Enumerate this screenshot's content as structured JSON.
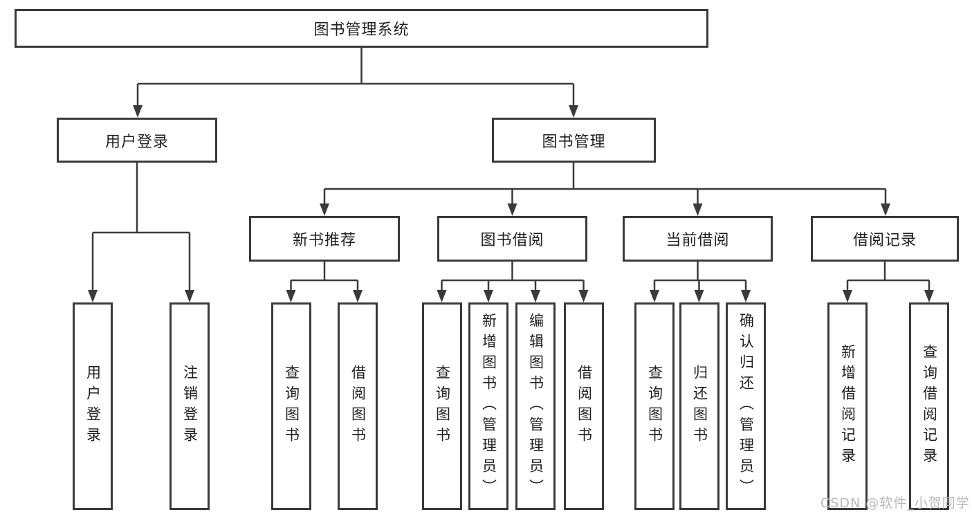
{
  "tree": {
    "label": "图书管理系统",
    "children": [
      {
        "label": "用户登录",
        "children": [
          {
            "label": "用户登录"
          },
          {
            "label": "注销登录"
          }
        ]
      },
      {
        "label": "图书管理",
        "children": [
          {
            "label": "新书推荐",
            "children": [
              {
                "label": "查询图书"
              },
              {
                "label": "借阅图书"
              }
            ]
          },
          {
            "label": "图书借阅",
            "children": [
              {
                "label": "查询图书"
              },
              {
                "label": "新增图书（管理员）"
              },
              {
                "label": "编辑图书（管理员）"
              },
              {
                "label": "借阅图书"
              }
            ]
          },
          {
            "label": "当前借阅",
            "children": [
              {
                "label": "查询图书"
              },
              {
                "label": "归还图书"
              },
              {
                "label": "确认归还（管理员）"
              }
            ]
          },
          {
            "label": "借阅记录",
            "children": [
              {
                "label": "新增借阅记录"
              },
              {
                "label": "查询借阅记录"
              }
            ]
          }
        ]
      }
    ]
  },
  "watermark": "CSDN @软件_小贺同学",
  "colors": {
    "line": "#3a3a3a",
    "box_border": "#3a3a3a",
    "text": "#1f1f1f",
    "watermark": "#b8b8b8"
  }
}
